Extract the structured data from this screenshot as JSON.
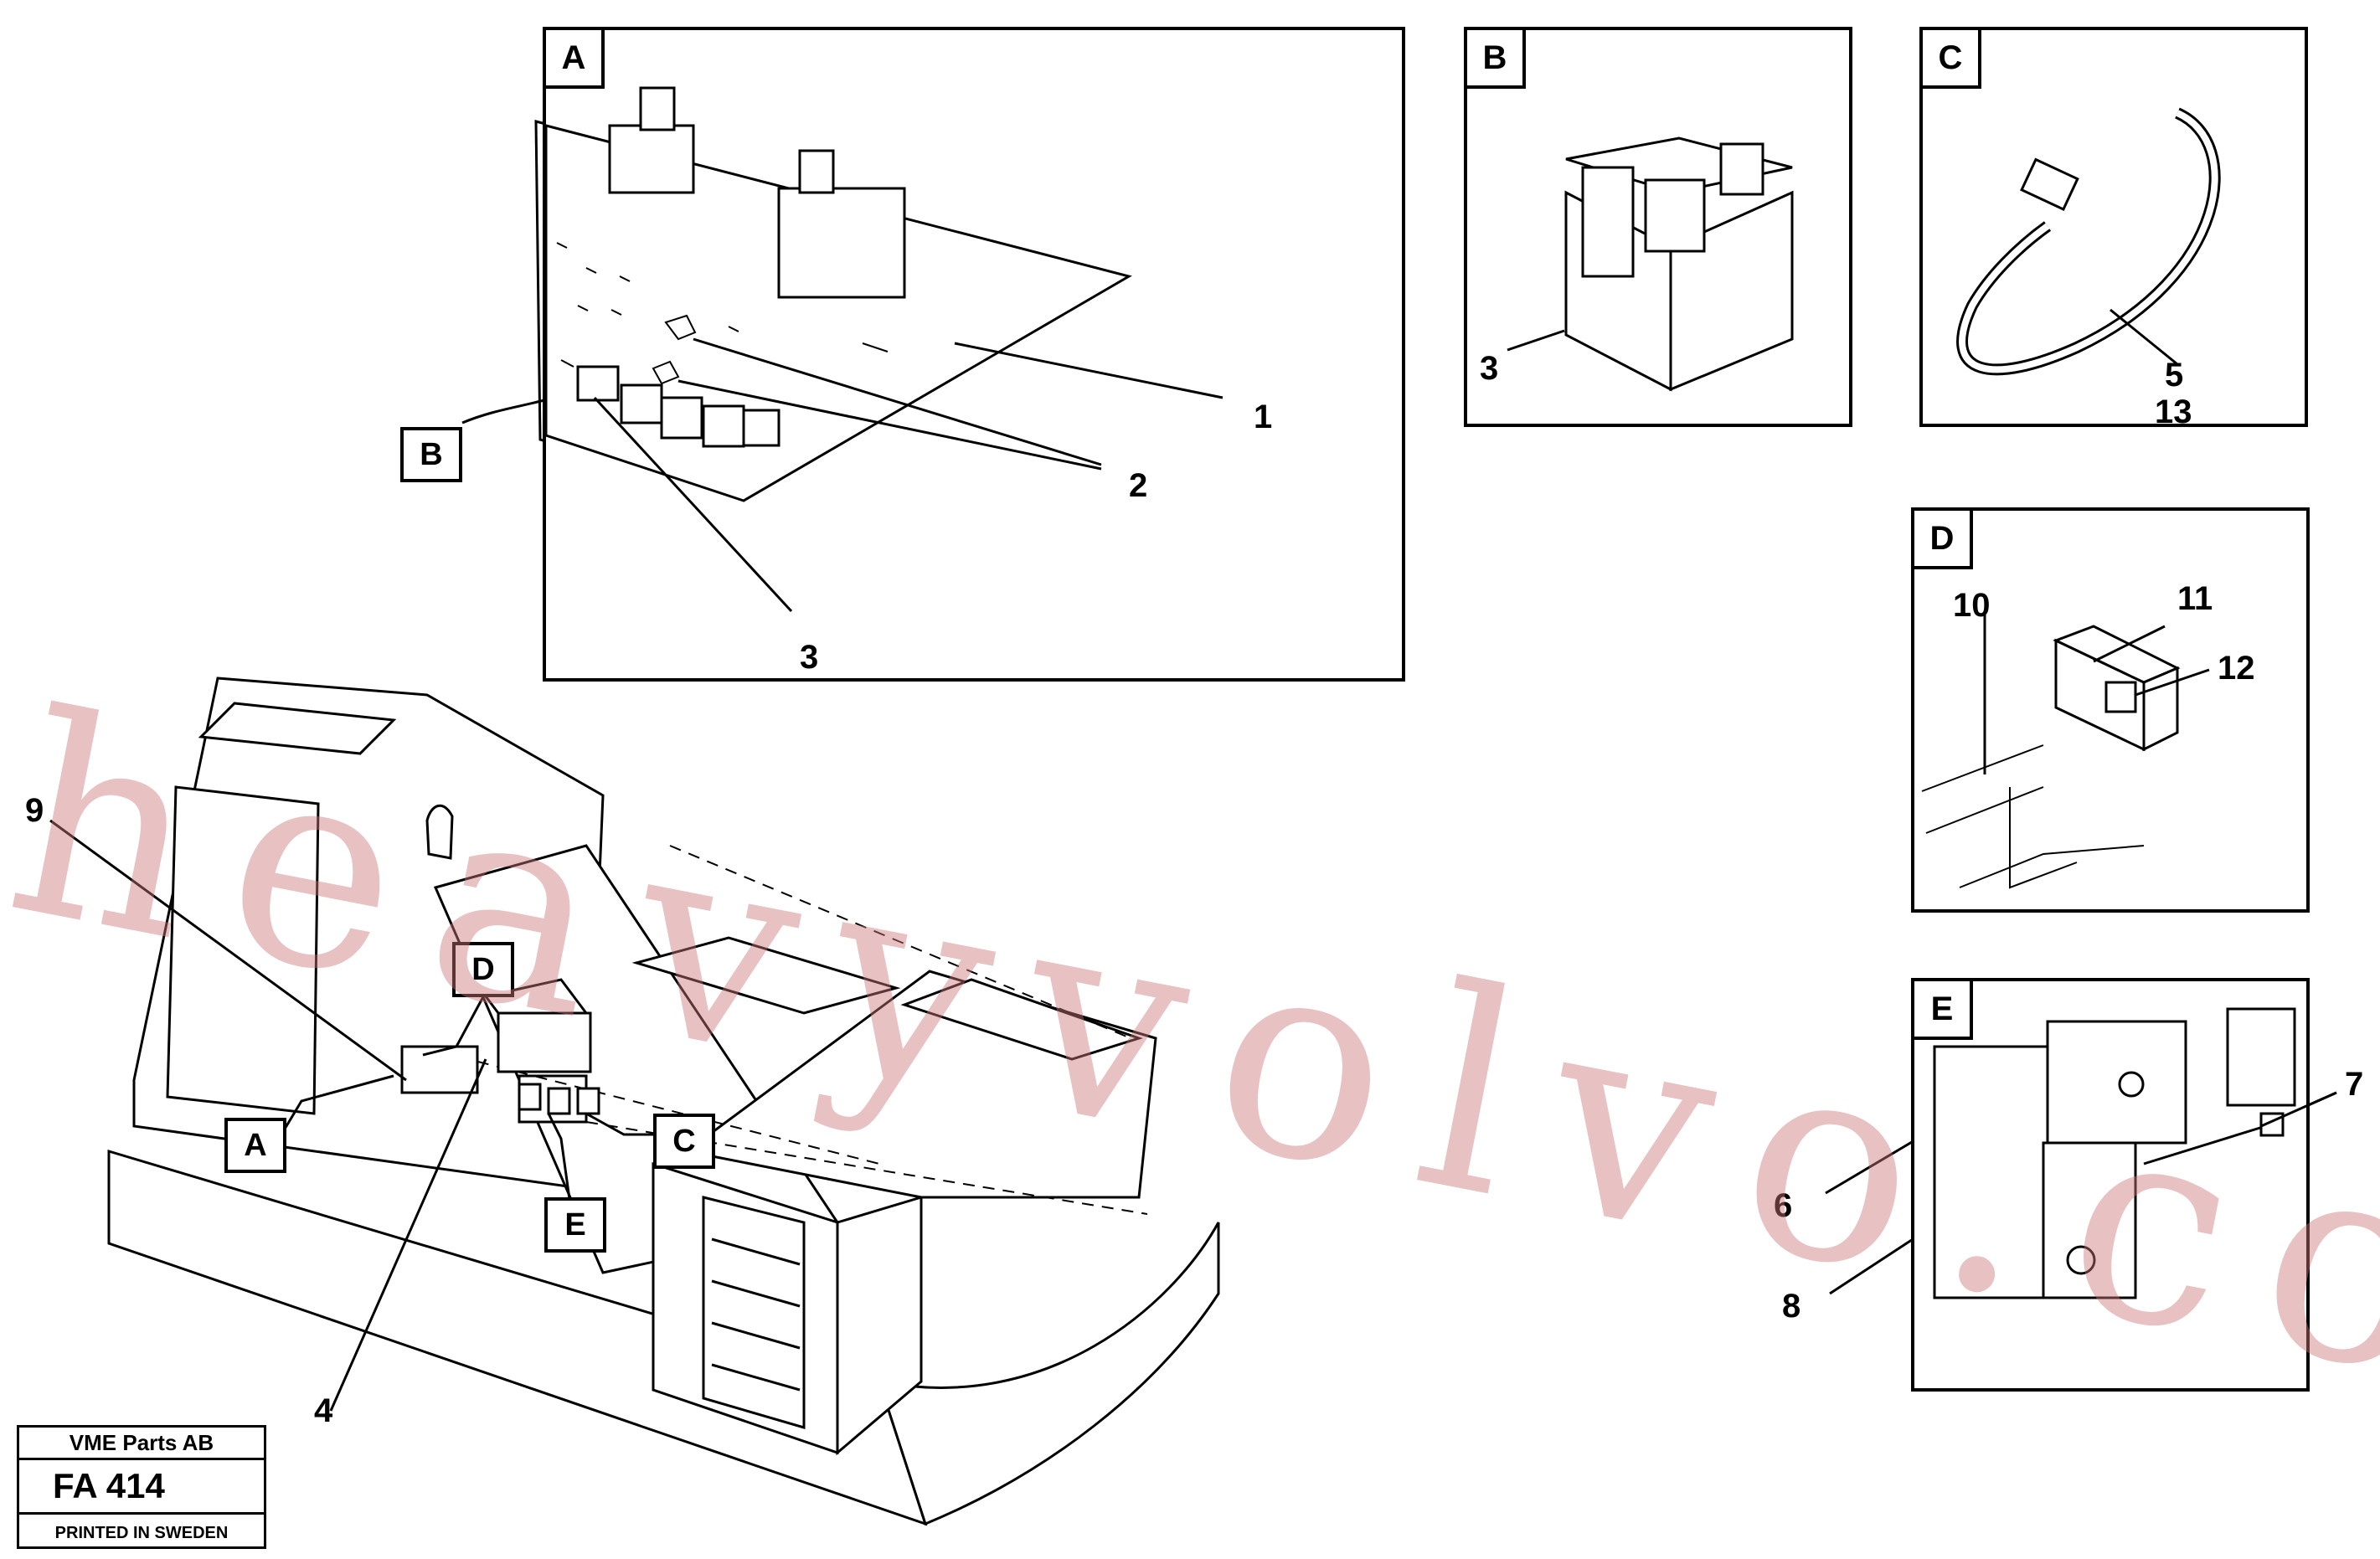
{
  "views": {
    "A": {
      "label": "A"
    },
    "B": {
      "label": "B"
    },
    "C": {
      "label": "C"
    },
    "D": {
      "label": "D"
    },
    "E": {
      "label": "E"
    }
  },
  "callouts": {
    "n1": "1",
    "n2": "2",
    "n3_a": "3",
    "n3_b": "3",
    "n4": "4",
    "n5": "5",
    "n13": "13",
    "n6": "6",
    "n7": "7",
    "n8": "8",
    "n9": "9",
    "n10": "10",
    "n11": "11",
    "n12": "12"
  },
  "detail_refs": {
    "B": "B",
    "A": "A",
    "C": "C",
    "D": "D",
    "E": "E"
  },
  "title_block": {
    "company": "VME Parts AB",
    "code": "FA 414",
    "printed": "PRINTED IN SWEDEN"
  },
  "watermark": "heavyvolvo.com"
}
